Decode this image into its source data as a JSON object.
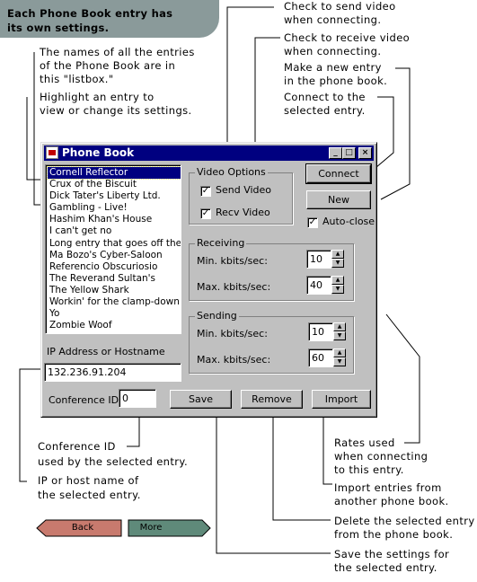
{
  "banner": {
    "line1": "Each Phone Book entry has",
    "line2": "its own settings."
  },
  "annotations": {
    "names_l1": "The names of all the entries",
    "names_l2": "of the Phone Book are in",
    "names_l3": "this \"listbox.\"",
    "highlight_l1": "Highlight an entry to",
    "highlight_l2": "view or change its settings.",
    "send_l1": "Check to send video",
    "send_l2": "when connecting.",
    "recv_l1": "Check to receive video",
    "recv_l2": "when connecting.",
    "new_l1": "Make a new entry",
    "new_l2": "in the phone book.",
    "connect_l1": "Connect to the",
    "connect_l2": "selected entry.",
    "conf_l1": "Conference ID",
    "conf_l2": "used by the selected entry.",
    "ip_l1": "IP or host name of",
    "ip_l2": "the selected entry.",
    "rates_l1": "Rates used",
    "rates_l2": "when connecting",
    "rates_l3": "to this entry.",
    "import_l1": "Import entries from",
    "import_l2": "another phone book.",
    "delete_l1": "Delete the selected entry",
    "delete_l2": "from the phone book.",
    "save_l1": "Save the settings for",
    "save_l2": "the selected entry."
  },
  "window": {
    "title": "Phone Book",
    "minimize": "_",
    "maximize": "□",
    "close": "×"
  },
  "listbox": {
    "items": [
      "Cornell Reflector",
      "Crux of the Biscuit",
      "Dick Tater's Liberty Ltd.",
      "Gambling - Live!",
      "Hashim Khan's House",
      "I can't get no",
      "Long entry that goes off the scre",
      "Ma Bozo's Cyber-Saloon",
      "Referencio Obscuriosio",
      "The Reverand Sultan's",
      "The Yellow Shark",
      "Workin' for the clamp-down",
      "Yo",
      "Zombie Woof"
    ],
    "selected_index": 0
  },
  "video_options": {
    "label": "Video Options",
    "send_label": "Send Video",
    "send_checked": true,
    "recv_label": "Recv Video",
    "recv_checked": true
  },
  "buttons": {
    "connect": "Connect",
    "new": "New",
    "save": "Save",
    "remove": "Remove",
    "import": "Import"
  },
  "autoclose": {
    "label": "Auto-close",
    "checked": true
  },
  "receiving": {
    "label": "Receiving",
    "min_label": "Min. kbits/sec:",
    "min_value": "10",
    "max_label": "Max. kbits/sec:",
    "max_value": "40"
  },
  "sending": {
    "label": "Sending",
    "min_label": "Min. kbits/sec:",
    "min_value": "10",
    "max_label": "Max. kbits/sec:",
    "max_value": "60"
  },
  "ip": {
    "label": "IP Address or Hostname",
    "value": "132.236.91.204"
  },
  "conference": {
    "label": "Conference ID:",
    "value": "0"
  },
  "nav": {
    "back": "Back",
    "more": "More",
    "back_color": "#c87a6e",
    "more_color": "#5f8a7a"
  },
  "colors": {
    "banner": "#8a9a9a",
    "title_bar": "#000080",
    "selection": "#000080",
    "window_face": "#c0c0c0"
  }
}
